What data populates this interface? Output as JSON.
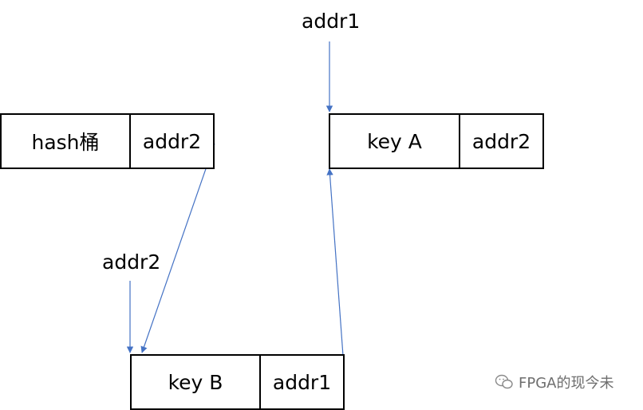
{
  "nodes": {
    "bucket": {
      "key_label": "hash桶",
      "addr_label": "addr2"
    },
    "node_a": {
      "key_label": "key A",
      "addr_label": "addr2"
    },
    "node_b": {
      "key_label": "key B",
      "addr_label": "addr1"
    }
  },
  "pointer_labels": {
    "addr1": "addr1",
    "addr2": "addr2"
  },
  "watermark": {
    "text": "FPGA的现今未"
  },
  "colors": {
    "arrow": "#4472C4",
    "border": "#000000"
  }
}
